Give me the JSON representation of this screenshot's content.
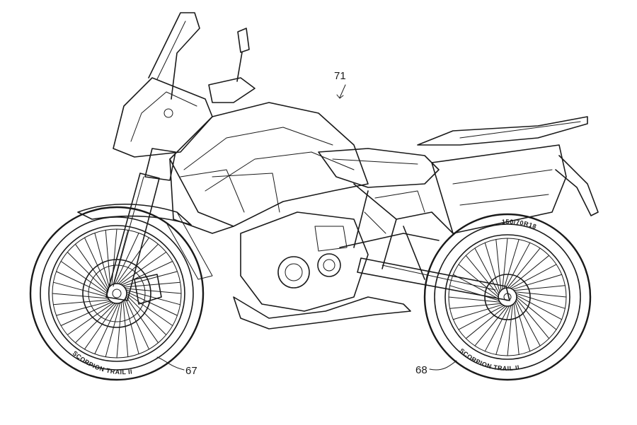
{
  "reference_numerals": {
    "assembly": "71",
    "front_wheel": "67",
    "rear_wheel": "68"
  },
  "tire_markings": {
    "front_sidewall": "SCORPION TRAIL II",
    "rear_sidewall": "SCORPION TRAIL II",
    "rear_size": "150/70R18"
  }
}
